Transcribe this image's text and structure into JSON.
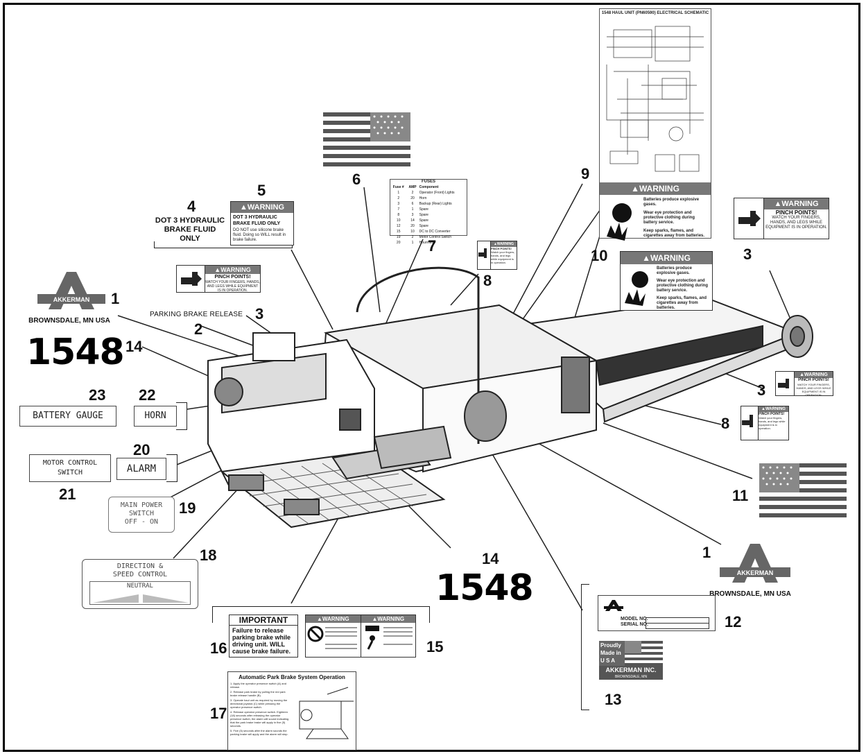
{
  "callouts": {
    "n1a": "1",
    "n1b": "1",
    "n2": "2",
    "n3a": "3",
    "n3b": "3",
    "n3c": "3",
    "n4": "4",
    "n5": "5",
    "n6": "6",
    "n7": "7",
    "n8a": "8",
    "n8b": "8",
    "n9": "9",
    "n10": "10",
    "n11": "11",
    "n12": "12",
    "n13": "13",
    "n14a": "14",
    "n14b": "14",
    "n15": "15",
    "n16": "16",
    "n17": "17",
    "n18": "18",
    "n19": "19",
    "n20": "20",
    "n21": "21",
    "n22": "22",
    "n23": "23"
  },
  "logo": {
    "brand": "AKKERMAN",
    "location": "BROWNSDALE, MN USA"
  },
  "unit_number": "1548",
  "parking_brake": "PARKING BRAKE RELEASE",
  "dot3": {
    "line1": "DOT 3 HYDRAULIC",
    "line2": "BRAKE FLUID",
    "line3": "ONLY"
  },
  "warning_word": "▲WARNING",
  "brake_warning": {
    "title": "DOT 3 HYDRAULIC BRAKE FLUID ONLY",
    "body": "DO NOT use silicone brake fluid. Doing so WILL result in brake failure."
  },
  "pinch": {
    "title": "PINCH POINTS!",
    "body": "WATCH YOUR FINGERS, HANDS, AND LEGS WHILE EQUIPMENT IS IN OPERATION."
  },
  "pinch_small": {
    "title": "PINCH POINTS!",
    "body": "Watch your fingers, hands, and legs while equipment is in operation."
  },
  "battery_warning": {
    "l1": "Batteries produce explosive gases.",
    "l2": "Wear eye protection and protective clothing during battery service.",
    "l3": "Keep sparks, flames, and cigarettes away from batteries."
  },
  "schematic_title": "1548 HAUL UNIT (PN60590) ELECTRICAL SCHEMATIC",
  "fuses": {
    "title": "FUSES",
    "headers": [
      "Fuse #",
      "AMP",
      "Component"
    ],
    "rows": [
      [
        "1",
        "2",
        "Operator (Front) Lights"
      ],
      [
        "2",
        "20",
        "Horn"
      ],
      [
        "3",
        "6",
        "Backup (Rear) Lights"
      ],
      [
        "7",
        "1",
        "Spare"
      ],
      [
        "8",
        "3",
        "Spare"
      ],
      [
        "10",
        "14",
        "Spare"
      ],
      [
        "12",
        "20",
        "Spare"
      ],
      [
        "15",
        "10",
        "DC to DC Converter"
      ],
      [
        "19",
        "2",
        "Motor Control Switch"
      ],
      [
        "20",
        "1",
        "Hourmeter"
      ]
    ]
  },
  "switch_labels": {
    "battery_gauge": "BATTERY GAUGE",
    "horn": "HORN",
    "motor_control": "MOTOR CONTROL SWITCH",
    "alarm": "ALARM",
    "main_power_l1": "MAIN POWER",
    "main_power_l2": "SWITCH",
    "main_power_l3": "OFF - ON",
    "direction_l1": "DIRECTION &",
    "direction_l2": "SPEED CONTROL",
    "neutral": "NEUTRAL"
  },
  "important": {
    "title": "IMPORTANT",
    "body": "Failure to release parking brake while driving unit. WILL cause brake failure."
  },
  "plate": {
    "model": "MODEL NO.",
    "serial": "SERIAL NO."
  },
  "made": {
    "l1": "Proudly",
    "l2": "Made in",
    "l3": "U S A",
    "company": "AKKERMAN INC.",
    "city": "BROWNSDALE, MN"
  },
  "park_brake_sys": {
    "title": "Automatic Park Brake System Operation",
    "steps": [
      "1. Apply the operator presence switch (A) and release.",
      "2. Release park brake by pulling the red park brake release handle (B).",
      "3. Operate haul unit as required by moving the directional joystick (C) while pressing the operator presence switch.",
      "4. Release operator presence switch. Eighteen (18) seconds after releasing the operator presence switch, the alarm will sound indicating that the park brake brake will apply in five (5) seconds.",
      "5. Five (5) seconds after the alarm sounds the parking brake will apply and the alarm will stop."
    ]
  },
  "colors": {
    "warning_bar": "#777777",
    "frame": "#000000",
    "flag_stripe": "#555555"
  }
}
